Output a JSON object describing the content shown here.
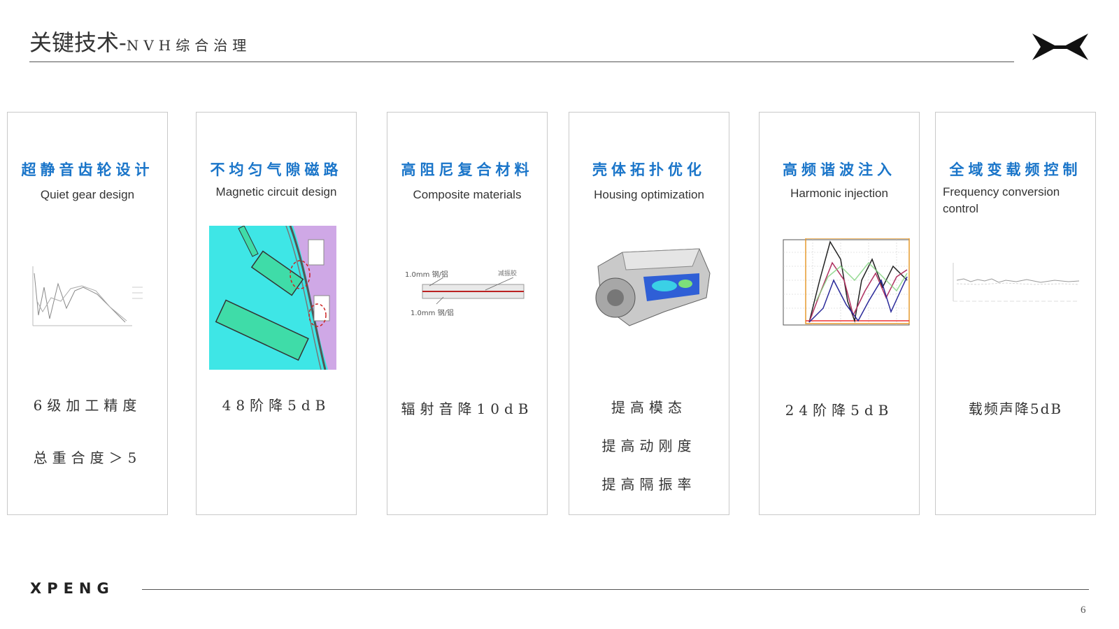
{
  "header": {
    "title_main": "关键技术-",
    "title_sub": "NVH综合治理"
  },
  "brand": {
    "footer_logo": "XPENG"
  },
  "page_number": "6",
  "colors": {
    "accent_blue": "#1a75c9",
    "motor_cyan": "#3ee6e6",
    "motor_purple": "#cfa8e6"
  },
  "cards": [
    {
      "title": "超静音齿轮设计",
      "subtitle": "Quiet gear design",
      "stats": [
        "6级加工精度",
        "总重合度＞5"
      ]
    },
    {
      "title": "不均匀气隙磁路",
      "subtitle": "Magnetic circuit design",
      "stats": [
        "48阶降5dB"
      ]
    },
    {
      "title": "高阻尼复合材料",
      "subtitle": "Composite materials",
      "stats": [
        "辐射音降10dB"
      ],
      "figure": {
        "label_top_left": "1.0mm 钢/铝",
        "label_top_right": "减振胶",
        "label_bottom": "1.0mm 钢/铝"
      }
    },
    {
      "title": "壳体拓扑优化",
      "subtitle": "Housing optimization",
      "stats": [
        "提高模态",
        "提高动刚度",
        "提高隔振率"
      ]
    },
    {
      "title": "高频谐波注入",
      "subtitle": "Harmonic injection",
      "stats": [
        "24阶降5dB"
      ]
    },
    {
      "title": "全域变载频控制",
      "subtitle": "Frequency conversion control",
      "stats": [
        "载频声降5dB"
      ]
    }
  ]
}
